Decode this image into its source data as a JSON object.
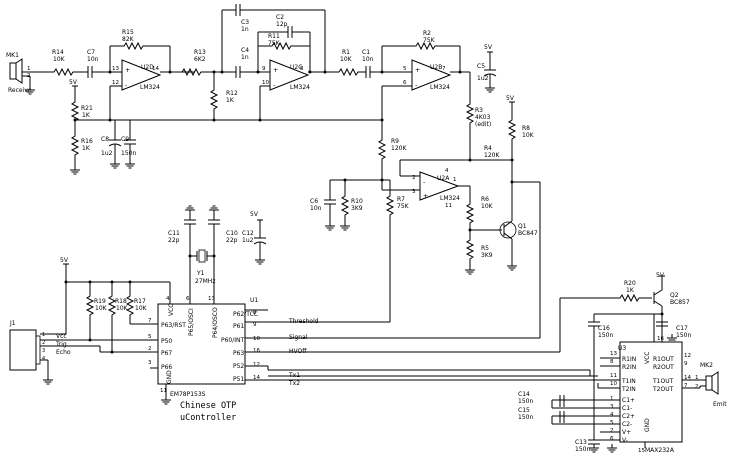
{
  "components": {
    "mk1": {
      "ref": "MK1",
      "pin1": "1",
      "pin2": "2",
      "label": "Receive"
    },
    "r14": {
      "ref": "R14",
      "value": "10K"
    },
    "c7": {
      "ref": "C7",
      "value": "10n"
    },
    "r15": {
      "ref": "R15",
      "value": "82K"
    },
    "u2d": {
      "ref": "U2D",
      "part": "LM324",
      "pin_plus": "12",
      "pin_minus": "13",
      "pin_out": "14",
      "plus": "+",
      "minus": "-"
    },
    "r13": {
      "ref": "R13",
      "value": "6K2"
    },
    "r12": {
      "ref": "R12",
      "value": "1K"
    },
    "c3": {
      "ref": "C3",
      "value": "1n"
    },
    "c2": {
      "ref": "C2",
      "value": "12p"
    },
    "r11": {
      "ref": "R11",
      "value": "75K"
    },
    "c4": {
      "ref": "C4",
      "value": "1n"
    },
    "u2c": {
      "ref": "U2C",
      "part": "LM324",
      "pin_plus": "10",
      "pin_minus": "9",
      "pin_out": "8",
      "plus": "+",
      "minus": "-"
    },
    "r1": {
      "ref": "R1",
      "value": "10K"
    },
    "c1": {
      "ref": "C1",
      "value": "10n"
    },
    "r2": {
      "ref": "R2",
      "value": "75K"
    },
    "u2b": {
      "ref": "U2B",
      "part": "LM324",
      "pin_plus": "5",
      "pin_minus": "6",
      "pin_out": "7",
      "plus": "+",
      "minus": "-"
    },
    "c5": {
      "ref": "C5",
      "value": "1u2"
    },
    "v5_c5": "5V",
    "v5_r21": "5V",
    "r21": {
      "ref": "R21",
      "value": "1K"
    },
    "r16": {
      "ref": "R16",
      "value": "1K"
    },
    "c8": {
      "ref": "C8",
      "value": "1u2"
    },
    "c9": {
      "ref": "C9",
      "value": "150n"
    },
    "r9": {
      "ref": "R9",
      "value": "120K"
    },
    "r3": {
      "ref": "R3",
      "value": "4K03",
      "note": "(edit)"
    },
    "v5_r8": "5V",
    "r8": {
      "ref": "R8",
      "value": "10K"
    },
    "r4": {
      "ref": "R4",
      "value": "120K"
    },
    "u2a": {
      "ref": "U2A",
      "part": "LM324",
      "pin_plus": "3",
      "pin_minus": "2",
      "pin_out": "1",
      "pin_vcc": "4",
      "pin_gnd": "11",
      "plus": "+",
      "minus": "-"
    },
    "c6": {
      "ref": "C6",
      "value": "10n"
    },
    "r10": {
      "ref": "R10",
      "value": "3K9"
    },
    "r7": {
      "ref": "R7",
      "value": "75K"
    },
    "r6": {
      "ref": "R6",
      "value": "10K"
    },
    "q1": {
      "ref": "Q1",
      "part": "BC847"
    },
    "r5": {
      "ref": "R5",
      "value": "3K9"
    },
    "c11": {
      "ref": "C11",
      "value": "22p"
    },
    "c10": {
      "ref": "C10",
      "value": "22p"
    },
    "c12": {
      "ref": "C12",
      "value": "1u2"
    },
    "v5_c12": "5V",
    "y1": {
      "ref": "Y1",
      "value": "27MHz"
    },
    "v5_j1": "5V",
    "r19": {
      "ref": "R19",
      "value": "10K"
    },
    "r18": {
      "ref": "R18",
      "value": "10K"
    },
    "r17": {
      "ref": "R17",
      "value": "10K"
    },
    "j1": {
      "ref": "J1",
      "pins": [
        "1",
        "2",
        "3",
        "4"
      ],
      "labels": [
        "Vcc",
        "Trig",
        "Echo"
      ]
    },
    "u1": {
      "ref": "U1",
      "part": "EM78P153S",
      "pins_left": [
        {
          "num": "7",
          "name": "P63/RST"
        },
        {
          "num": "5",
          "name": "P50"
        },
        {
          "num": "2",
          "name": "P67"
        },
        {
          "num": "3",
          "name": "P66"
        }
      ],
      "pins_top": [
        {
          "num": "4",
          "name": "VCC"
        },
        {
          "num": "6",
          "name": "P65/OSCI"
        },
        {
          "num": "13",
          "name": "P64/OSCO"
        }
      ],
      "pins_right": [
        {
          "num": "8",
          "name": "P62/TCC"
        },
        {
          "num": "9",
          "name": "P61"
        },
        {
          "num": "10",
          "name": "P60/INT"
        },
        {
          "num": "16",
          "name": "P63"
        },
        {
          "num": "12",
          "name": "P52"
        },
        {
          "num": "14",
          "name": "P51"
        }
      ],
      "pin_gnd": {
        "num": "11",
        "name": "GND"
      }
    },
    "r20": {
      "ref": "R20",
      "value": "1K"
    },
    "v5_q2": "5V",
    "q2": {
      "ref": "Q2",
      "part": "BC857"
    },
    "c16": {
      "ref": "C16",
      "value": "150n"
    },
    "c17": {
      "ref": "C17",
      "value": "150n"
    },
    "u3": {
      "ref": "U3",
      "part": "MAX232A",
      "pins_left": [
        {
          "num": "13",
          "name": "R1IN"
        },
        {
          "num": "8",
          "name": "R2IN"
        },
        {
          "num": "11",
          "name": "T1IN"
        },
        {
          "num": "10",
          "name": "T2IN"
        },
        {
          "num": "1",
          "name": "C1+"
        },
        {
          "num": "3",
          "name": "C1-"
        },
        {
          "num": "4",
          "name": "C2+"
        },
        {
          "num": "5",
          "name": "C2-"
        },
        {
          "num": "2",
          "name": "V+"
        },
        {
          "num": "6",
          "name": "V-"
        }
      ],
      "pins_right": [
        {
          "num": "12",
          "name": "R1OUT"
        },
        {
          "num": "9",
          "name": "R2OUT"
        },
        {
          "num": "14",
          "name": "T1OUT"
        },
        {
          "num": "7",
          "name": "T2OUT"
        }
      ],
      "pin_vcc": {
        "num": "16",
        "name": "VCC"
      },
      "pin_gnd": {
        "num": "15",
        "name": "GND"
      }
    },
    "c14": {
      "ref": "C14",
      "value": "150n"
    },
    "c15": {
      "ref": "C15",
      "value": "150n"
    },
    "c13": {
      "ref": "C13",
      "value": "150n"
    },
    "mk2": {
      "ref": "MK2",
      "pin1": "1",
      "pin2": "2",
      "label": "Emit"
    }
  },
  "nets": {
    "threshold": "Threshold",
    "signal": "Signal",
    "hvoff": "HVOff",
    "tx1": "Tx1",
    "tx2": "Tx2"
  },
  "notes": {
    "line1": "Chinese OTP",
    "line2": "uController"
  }
}
